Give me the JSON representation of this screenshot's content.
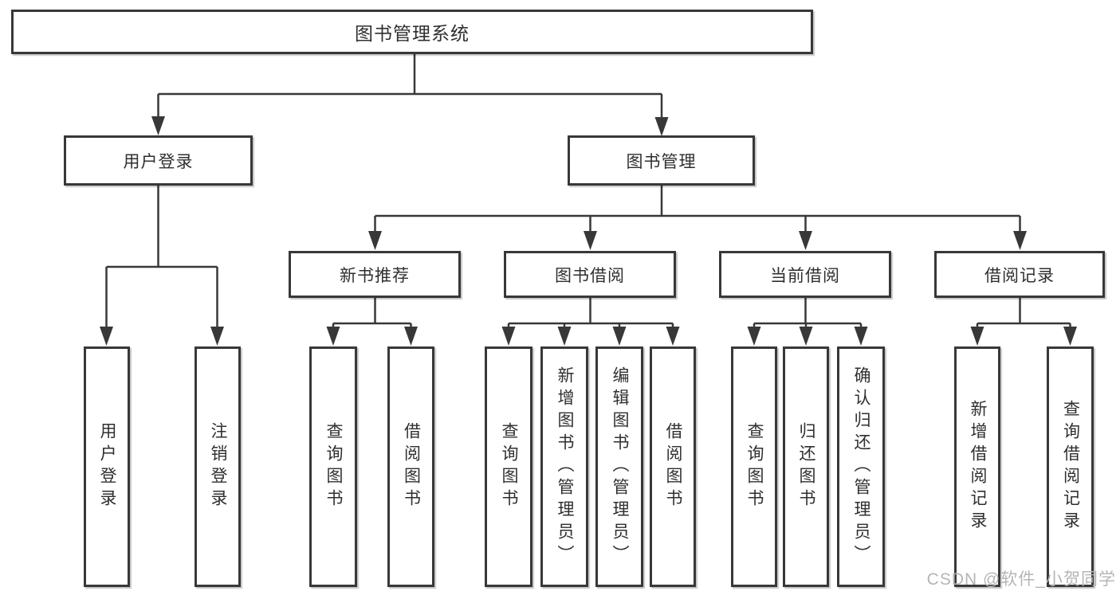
{
  "diagram": {
    "title": "图书管理系统",
    "branches": [
      {
        "label": "用户登录",
        "children": [
          {
            "label": "用户登录"
          },
          {
            "label": "注销登录"
          }
        ]
      },
      {
        "label": "图书管理",
        "children": [
          {
            "label": "新书推荐",
            "children": [
              {
                "label": "查询图书"
              },
              {
                "label": "借阅图书"
              }
            ]
          },
          {
            "label": "图书借阅",
            "children": [
              {
                "label": "查询图书"
              },
              {
                "label": "新增图书（管理员）"
              },
              {
                "label": "编辑图书（管理员）"
              },
              {
                "label": "借阅图书"
              }
            ]
          },
          {
            "label": "当前借阅",
            "children": [
              {
                "label": "查询图书"
              },
              {
                "label": "归还图书"
              },
              {
                "label": "确认归还（管理员）"
              }
            ]
          },
          {
            "label": "借阅记录",
            "children": [
              {
                "label": "新增借阅记录"
              },
              {
                "label": "查询借阅记录"
              }
            ]
          }
        ]
      }
    ]
  },
  "watermark": {
    "text": "CSDN @软件_小贺同学"
  },
  "colors": {
    "line": "#383838",
    "border": "#383838",
    "text": "#2f2f2f",
    "watermark": "#b5b5b5",
    "background": "#ffffff"
  }
}
